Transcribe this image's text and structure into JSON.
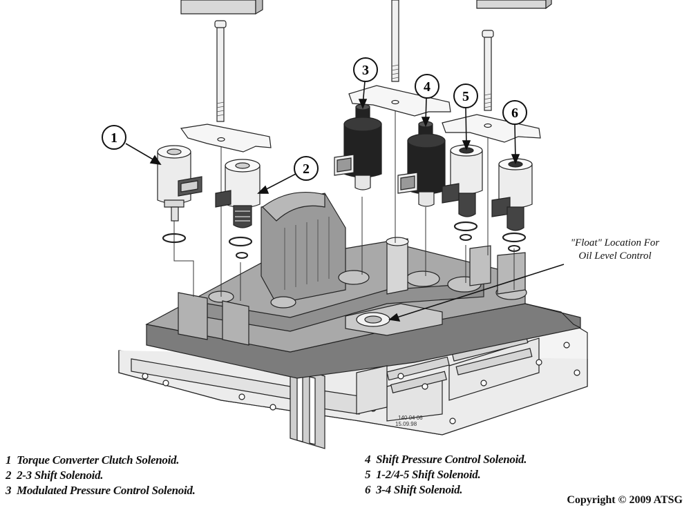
{
  "callouts": [
    {
      "num": "1",
      "label": "Torque Converter Clutch Solenoid."
    },
    {
      "num": "2",
      "label": "2-3 Shift Solenoid."
    },
    {
      "num": "3",
      "label": "Modulated Pressure Control Solenoid."
    },
    {
      "num": "4",
      "label": "Shift Pressure Control Solenoid."
    },
    {
      "num": "5",
      "label": "1-2/4-5 Shift Solenoid."
    },
    {
      "num": "6",
      "label": "3-4 Shift Solenoid."
    }
  ],
  "float_note": {
    "line1": "\"Float\" Location For",
    "line2": "Oil Level Control"
  },
  "stamp": {
    "line1": "140 04 06",
    "line2": "15.09.98"
  },
  "copyright": "Copyright © 2009 ATSG"
}
